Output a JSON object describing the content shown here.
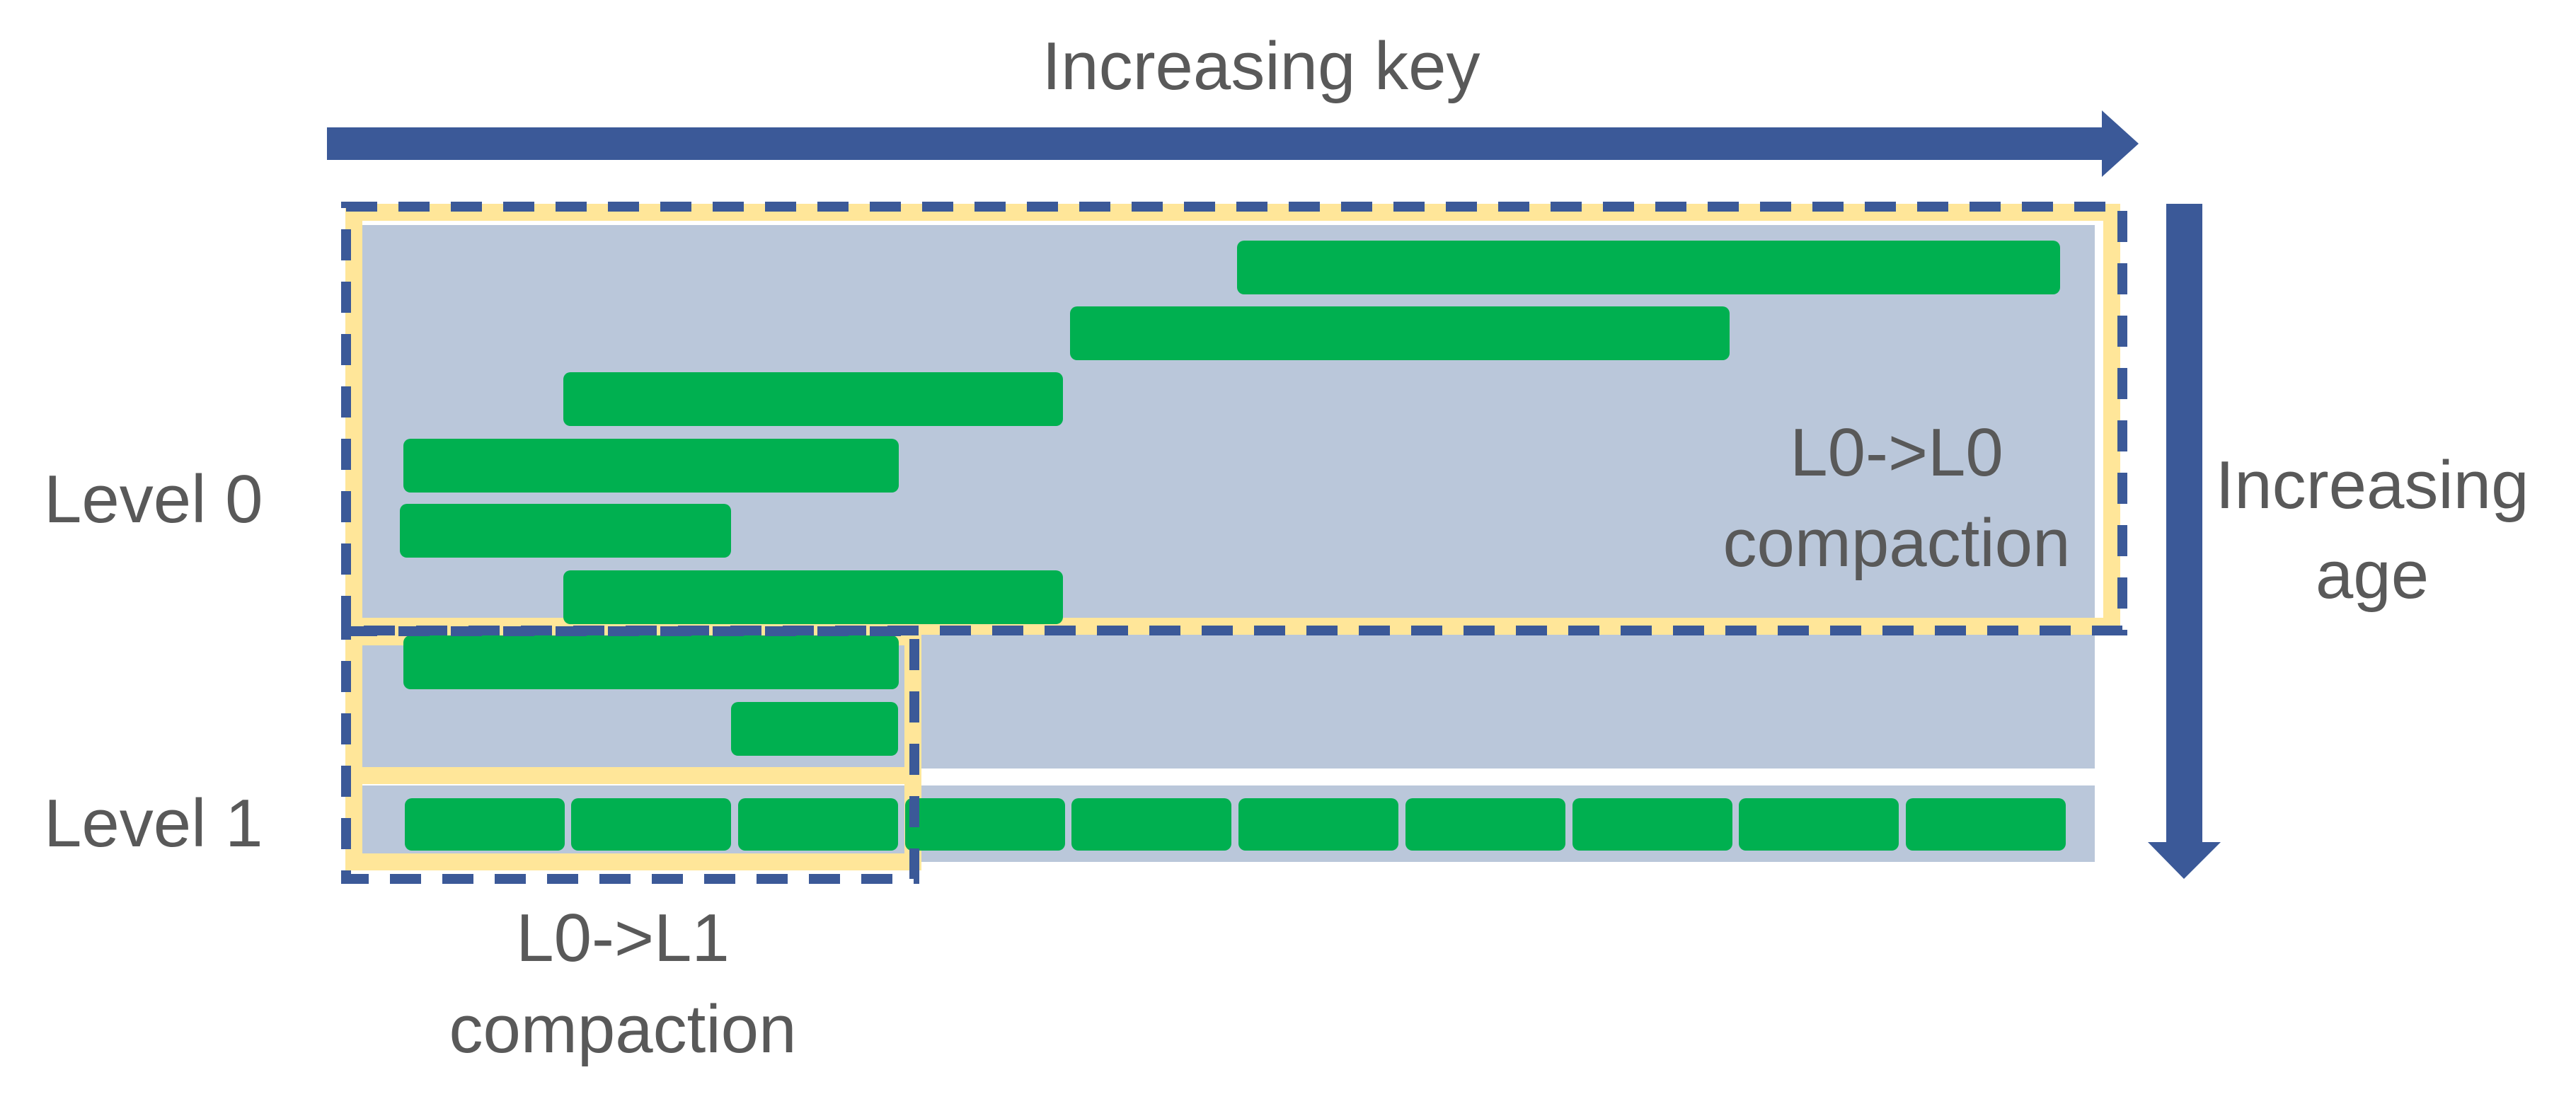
{
  "labels": {
    "x_axis": "Increasing key",
    "y_axis_line1": "Increasing",
    "y_axis_line2": "age",
    "level0": "Level 0",
    "level1": "Level 1",
    "l0_l0_line1": "L0->L0",
    "l0_l0_line2": "compaction",
    "l0_l1_line1": "L0->L1",
    "l0_l1_line2": "compaction"
  },
  "colors": {
    "arrow": "#3B5998",
    "level_bg": "#BAC7DA",
    "sstable": "#00B050",
    "highlight": "#FFE699",
    "text": "#595959"
  },
  "level0_file_count": 8,
  "level1_file_count": 10
}
